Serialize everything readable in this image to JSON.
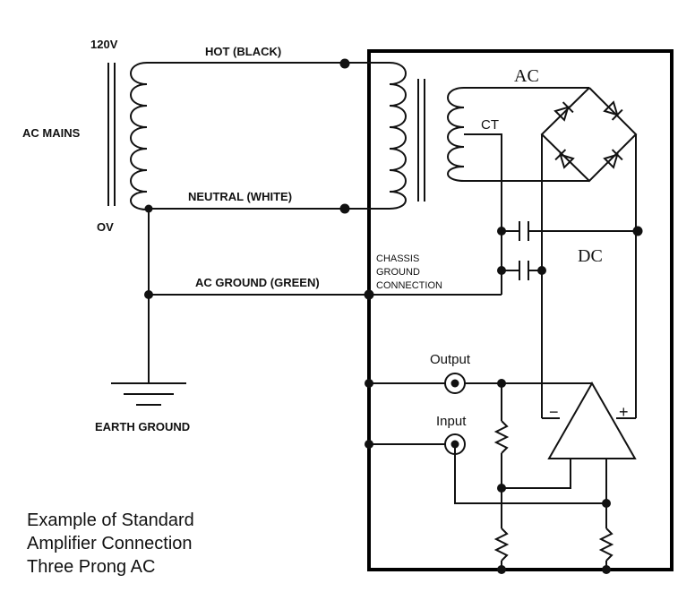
{
  "labels": {
    "voltage_120": "120V",
    "ac_mains": "AC MAINS",
    "ov": "OV",
    "hot": "HOT (BLACK)",
    "neutral": "NEUTRAL (WHITE)",
    "ac_ground": "AC GROUND (GREEN)",
    "earth_ground": "EARTH GROUND",
    "chassis_line1": "CHASSIS",
    "chassis_line2": "GROUND",
    "chassis_line3": "CONNECTION",
    "ac": "AC",
    "ct": "CT",
    "dc": "DC",
    "output": "Output",
    "input": "Input",
    "minus": "−",
    "plus": "+"
  },
  "caption": {
    "line1": "Example of Standard",
    "line2": "Amplifier Connection",
    "line3": "Three Prong AC"
  }
}
